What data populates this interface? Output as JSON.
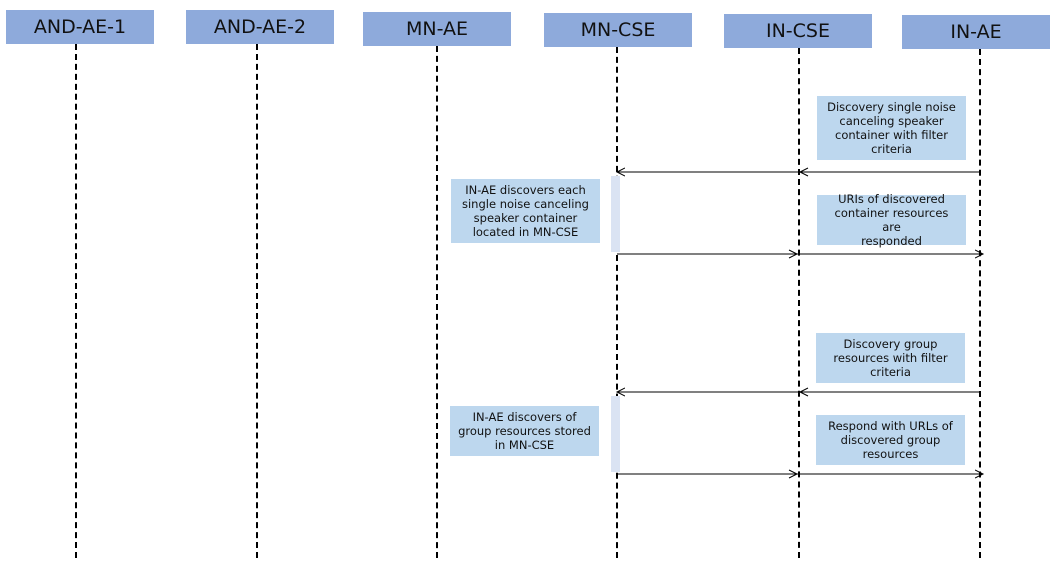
{
  "participants": [
    {
      "id": "and_ae_1",
      "label": "AND-AE-1"
    },
    {
      "id": "and_ae_2",
      "label": "AND-AE-2"
    },
    {
      "id": "mn_ae",
      "label": "MN-AE"
    },
    {
      "id": "mn_cse",
      "label": "MN-CSE"
    },
    {
      "id": "in_cse",
      "label": "IN-CSE"
    },
    {
      "id": "in_ae",
      "label": "IN-AE"
    }
  ],
  "notes": {
    "discovery_container": "Discovery single noise\ncanceling speaker\ncontainer with filter\ncriteria",
    "in_ae_discovers_container": "IN-AE discovers each\nsingle noise canceling\nspeaker container\nlocated in MN-CSE",
    "uris_responded": "URIs of discovered\ncontainer resources are\nresponded",
    "discovery_group": "Discovery group\nresources with filter\ncriteria",
    "in_ae_discovers_group": "IN-AE discovers of\ngroup resources stored\nin MN-CSE",
    "respond_urls": "Respond with URLs of\ndiscovered group\nresources"
  },
  "messages": [
    {
      "from": "in_ae",
      "to": "mn_cse"
    },
    {
      "from": "mn_cse",
      "to": "in_ae"
    },
    {
      "from": "in_ae",
      "to": "mn_cse"
    },
    {
      "from": "mn_cse",
      "to": "in_ae"
    }
  ],
  "colors": {
    "header_fill": "#8eaadb",
    "note_fill": "#bdd7ee",
    "activation_fill": "#dae3f3",
    "line": "#000000"
  }
}
